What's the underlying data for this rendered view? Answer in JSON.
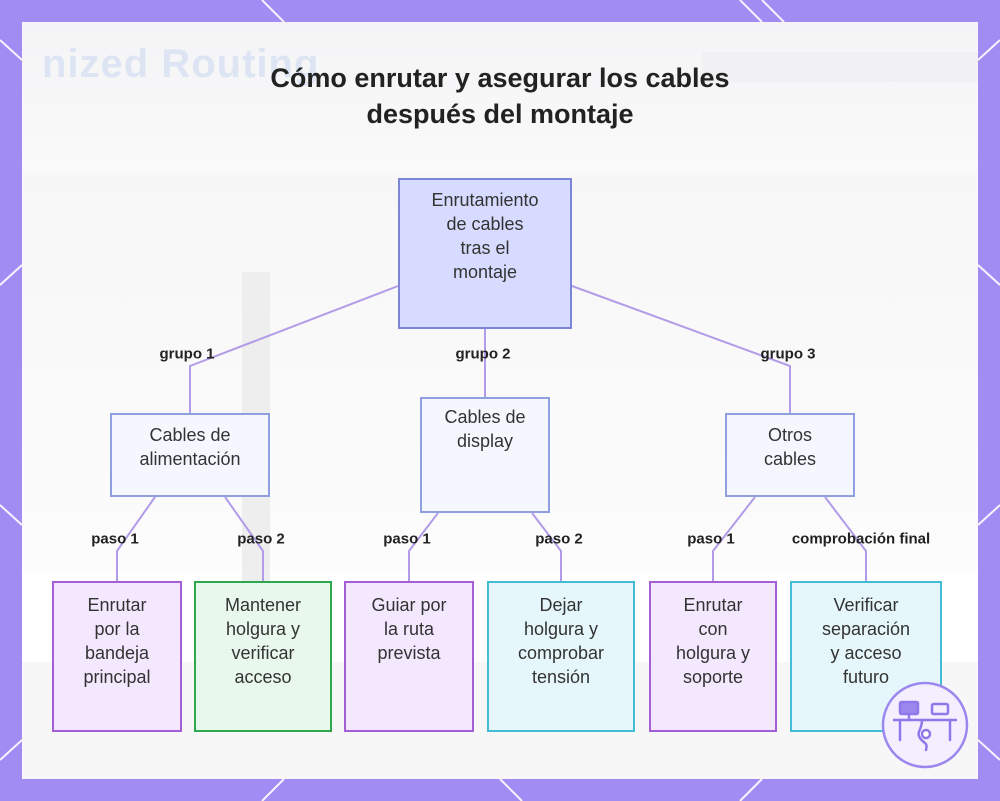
{
  "title": {
    "line1": "Cómo enrutar y asegurar los cables",
    "line2": "después del montaje"
  },
  "background_text": "nized Routing",
  "colors": {
    "frame": "#a08cf2",
    "edge": "#b29be8",
    "root_fill": "#d7dbff",
    "root_border": "#7c85d6",
    "group_fill": "#f5f7ff",
    "group_border": "#8f9fe0",
    "leaf_purple_border": "#a55fd6",
    "leaf_green_border": "#2ea84c",
    "leaf_cyan_border": "#43bcd6"
  },
  "nodes": {
    "root": "Enrutamiento\nde cables\ntras el\nmontaje",
    "power": "Cables de\nalimentación",
    "display": "Cables de\ndisplay",
    "other": "Otros\ncables",
    "power_step1": "Enrutar\npor la\nbandeja\nprincipal",
    "power_step2": "Mantener\nholgura y\nverificar\nacceso",
    "display_step1": "Guiar por\nla ruta\nprevista",
    "display_step2": "Dejar\nholgura y\ncomprobar\ntensión",
    "other_step1": "Enrutar\ncon\nholgura y\nsoporte",
    "other_final": "Verificar\nseparación\ny acceso\nfuturo"
  },
  "edge_labels": {
    "group1": "grupo 1",
    "group2": "grupo 2",
    "group3": "grupo 3",
    "power_step1": "paso 1",
    "power_step2": "paso 2",
    "display_step1": "paso 1",
    "display_step2": "paso 2",
    "other_step1": "paso 1",
    "other_final": "comprobación final"
  },
  "badge_icon": "desk-cable-icon"
}
